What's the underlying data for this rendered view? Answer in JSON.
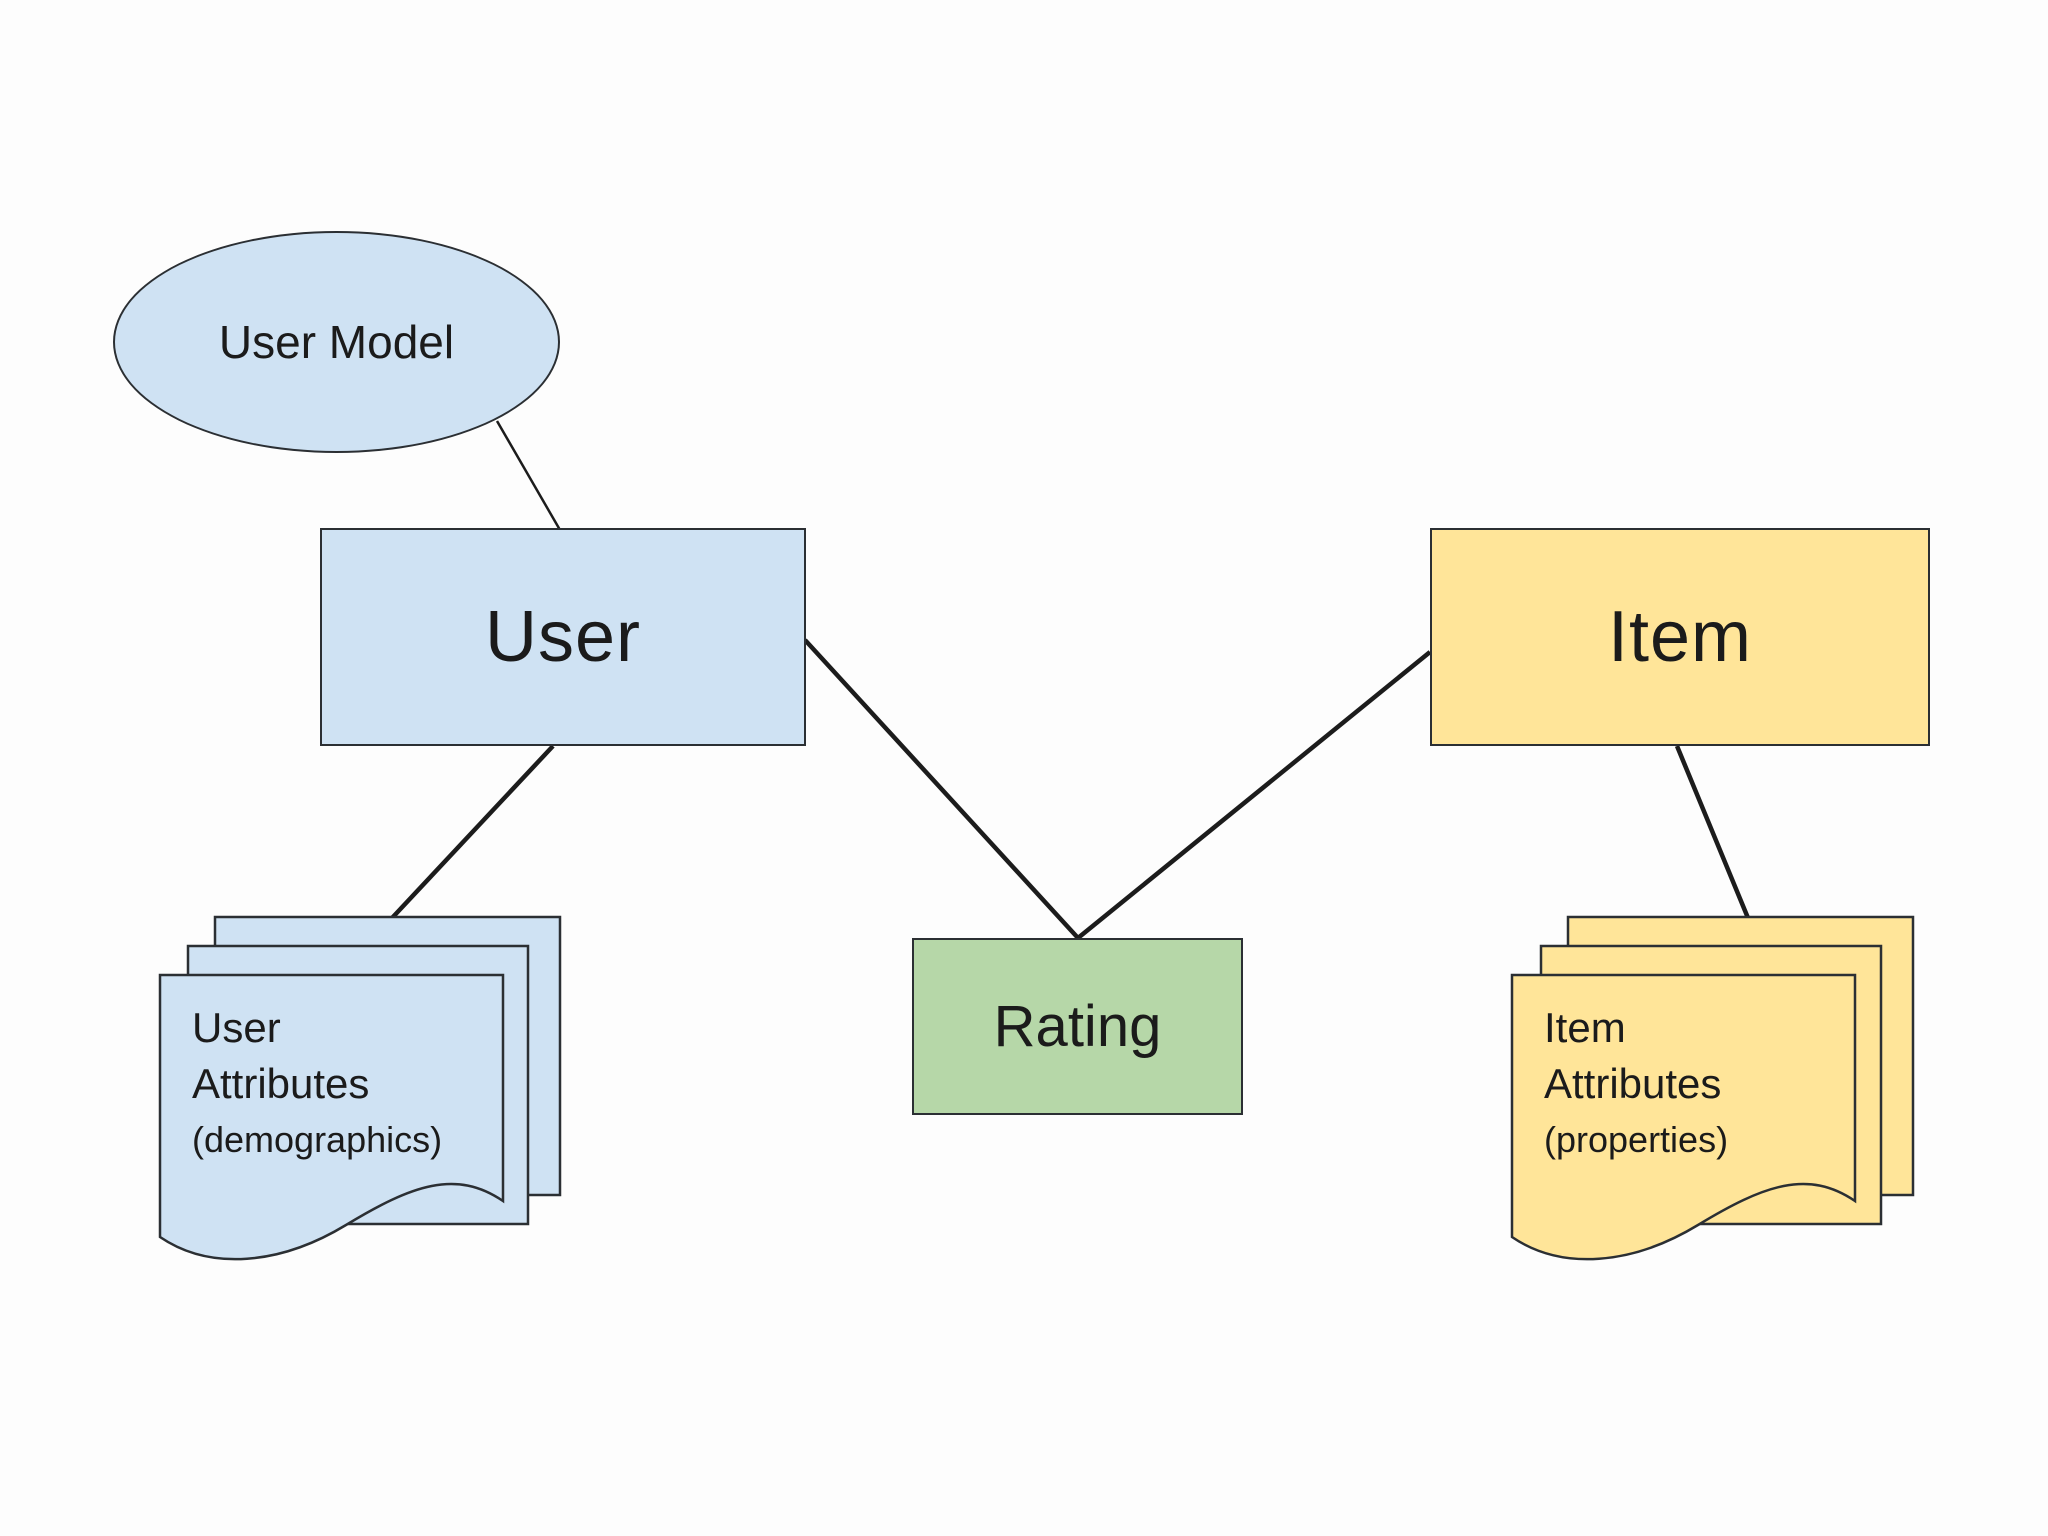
{
  "diagram": {
    "type": "entity-relationship",
    "nodes": {
      "user_model": {
        "label": "User Model",
        "shape": "ellipse",
        "fill": "#cfe2f3"
      },
      "user": {
        "label": "User",
        "shape": "rectangle",
        "fill": "#cfe2f3"
      },
      "item": {
        "label": "Item",
        "shape": "rectangle",
        "fill": "#ffe599"
      },
      "rating": {
        "label": "Rating",
        "shape": "rectangle",
        "fill": "#b6d7a8"
      },
      "user_attributes": {
        "lines": [
          "User",
          "Attributes",
          "(demographics)"
        ],
        "shape": "document-stack",
        "fill": "#cfe2f3"
      },
      "item_attributes": {
        "lines": [
          "Item",
          "Attributes",
          "(properties)"
        ],
        "shape": "document-stack",
        "fill": "#ffe599"
      }
    },
    "edges": [
      {
        "from": "user_model",
        "to": "user"
      },
      {
        "from": "user",
        "to": "user_attributes"
      },
      {
        "from": "user",
        "to": "rating"
      },
      {
        "from": "item",
        "to": "rating"
      },
      {
        "from": "item",
        "to": "item_attributes"
      }
    ],
    "colors": {
      "blue_fill": "#cfe2f3",
      "yellow_fill": "#ffe599",
      "green_fill": "#b6d7a8",
      "border": "#2b2f33",
      "line": "#1c1c1c",
      "text": "#1b1b1b",
      "background": "#fdfdfd"
    }
  }
}
